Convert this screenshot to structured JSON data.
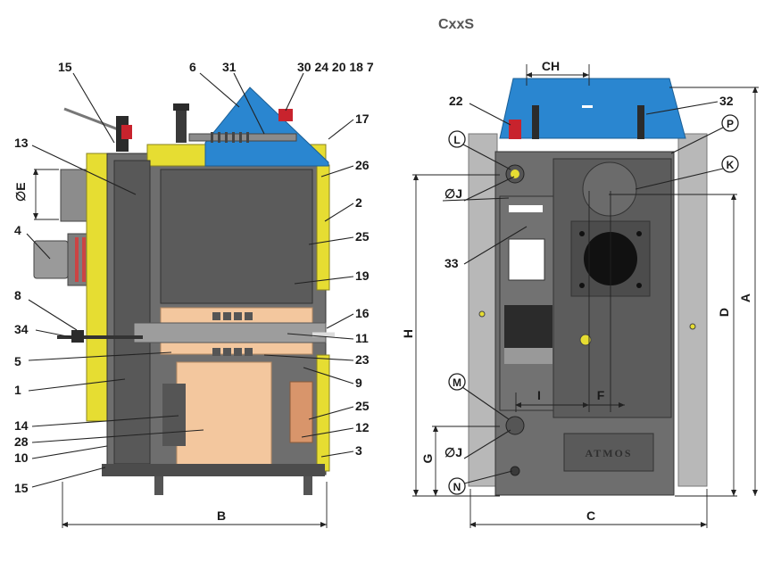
{
  "title": "CxxS",
  "brand_plate": "ATMOS",
  "colors": {
    "casing_yellow": "#e6dd32",
    "body_gray": "#6e6e6e",
    "dark_gray": "#4c4c4c",
    "fire_chamber": "#f3c79e",
    "blue_cover": "#2a86d0",
    "side_panel": "#b8b8b8",
    "flue_red": "#c8232d"
  },
  "side_view": {
    "callouts_left": [
      {
        "id": "cl-15-top",
        "label": "15"
      },
      {
        "id": "cl-13",
        "label": "13"
      },
      {
        "id": "cl-E",
        "label": "∅E"
      },
      {
        "id": "cl-4",
        "label": "4"
      },
      {
        "id": "cl-8",
        "label": "8"
      },
      {
        "id": "cl-34",
        "label": "34"
      },
      {
        "id": "cl-5",
        "label": "5"
      },
      {
        "id": "cl-1",
        "label": "1"
      },
      {
        "id": "cl-14",
        "label": "14"
      },
      {
        "id": "cl-28",
        "label": "28"
      },
      {
        "id": "cl-10",
        "label": "10"
      },
      {
        "id": "cl-15-bottom",
        "label": "15"
      }
    ],
    "callouts_top": [
      {
        "id": "cl-6",
        "label": "6"
      },
      {
        "id": "cl-31",
        "label": "31"
      },
      {
        "id": "cl-30-group",
        "label": "30 24 20 18 7"
      }
    ],
    "callouts_right": [
      {
        "id": "cl-17",
        "label": "17"
      },
      {
        "id": "cl-26",
        "label": "26"
      },
      {
        "id": "cl-2",
        "label": "2"
      },
      {
        "id": "cl-25-top",
        "label": "25"
      },
      {
        "id": "cl-19",
        "label": "19"
      },
      {
        "id": "cl-16",
        "label": "16"
      },
      {
        "id": "cl-11",
        "label": "11"
      },
      {
        "id": "cl-23",
        "label": "23"
      },
      {
        "id": "cl-9",
        "label": "9"
      },
      {
        "id": "cl-25-bottom",
        "label": "25"
      },
      {
        "id": "cl-12",
        "label": "12"
      },
      {
        "id": "cl-3",
        "label": "3"
      }
    ],
    "dimension_bottom": "B"
  },
  "rear_view": {
    "dimensions": {
      "top": "CH",
      "height_h": "H",
      "height_d": "D",
      "height_a": "A",
      "height_g": "G",
      "inner_i": "I",
      "inner_f": "F",
      "width_c": "C"
    },
    "callouts": [
      {
        "id": "cl-22",
        "label": "22"
      },
      {
        "id": "cl-32",
        "label": "32"
      },
      {
        "id": "cl-33",
        "label": "33"
      },
      {
        "id": "cl-J-top",
        "label": "∅J"
      },
      {
        "id": "cl-J-bottom",
        "label": "∅J"
      }
    ],
    "circled": [
      {
        "id": "c-L",
        "label": "L"
      },
      {
        "id": "c-P",
        "label": "P"
      },
      {
        "id": "c-K",
        "label": "K"
      },
      {
        "id": "c-M",
        "label": "M"
      },
      {
        "id": "c-N",
        "label": "N"
      }
    ]
  }
}
